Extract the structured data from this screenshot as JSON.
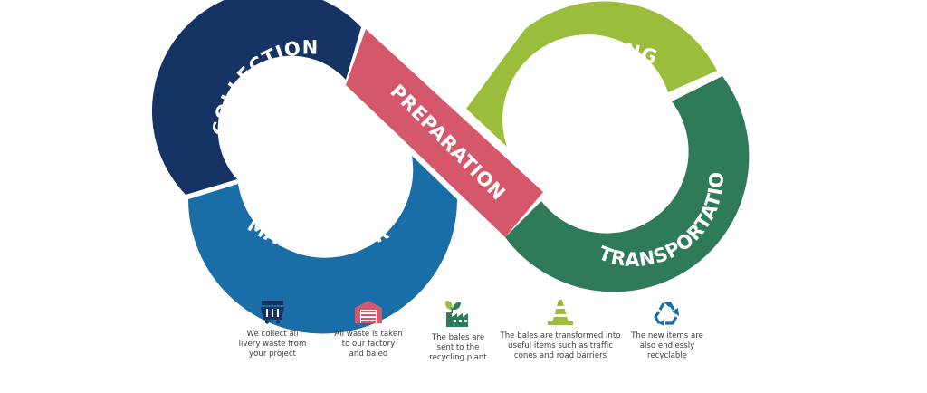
{
  "diagram": {
    "segments": [
      {
        "label": "COLLECTION",
        "color": "#153363"
      },
      {
        "label": "PREPARATION",
        "color": "#d4586a"
      },
      {
        "label": "PROCESSING",
        "color": "#9bbd3c"
      },
      {
        "label": "TRANSPORTATION",
        "color": "#2f7a58"
      },
      {
        "label": "MANUFACTURE",
        "color": "#1a6ea8"
      }
    ]
  },
  "steps": [
    {
      "icon": "dumpster-icon",
      "color": "#153363",
      "text": "We collect all\nlivery waste from\nyour project"
    },
    {
      "icon": "warehouse-icon",
      "color": "#d4586a",
      "text": "All waste is taken\nto our factory\nand baled"
    },
    {
      "icon": "recycling-plant-icon",
      "color": "#2f7a58",
      "text": "The bales are\nsent to the\nrecycling plant"
    },
    {
      "icon": "traffic-cone-icon",
      "color": "#9bbd3c",
      "text": "The bales are transformed into\nuseful items such as traffic\ncones and road barriers"
    },
    {
      "icon": "recycle-icon",
      "color": "#1a6ea8",
      "text": "The new items are\nalso endlessly\nrecyclable"
    }
  ]
}
